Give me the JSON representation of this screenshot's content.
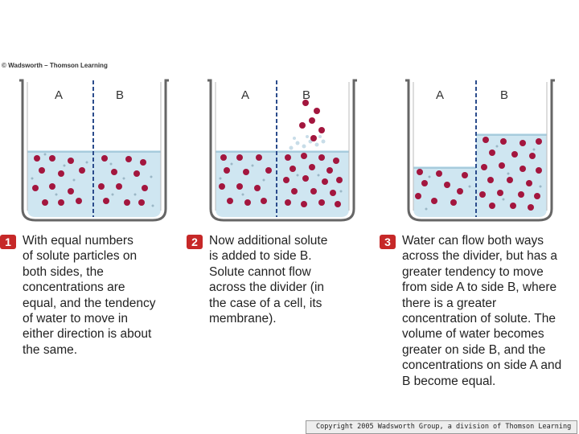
{
  "credit": "© Wadsworth – Thomson Learning",
  "beakers": [
    {
      "label_a": "A",
      "label_b": "B"
    },
    {
      "label_a": "A",
      "label_b": "B"
    },
    {
      "label_a": "A",
      "label_b": "B"
    }
  ],
  "steps": [
    {
      "number": "1",
      "text": "With equal numbers\nof solute particles on\nboth sides, the\nconcentrations are\nequal, and the tendency\nof water to move in\neither direction is about\nthe same."
    },
    {
      "number": "2",
      "text": "Now additional solute\nis added to side B.\nSolute cannot flow\nacross the divider (in\nthe case of a cell, its\nmembrane)."
    },
    {
      "number": "3",
      "text": "Water can flow both ways\nacross the divider, but has a\ngreater tendency to move\nfrom side A to side B, where\nthere is a greater\nconcentration of solute. The\nvolume of water becomes\ngreater on side B, and the\nconcentrations on side A and\nB become equal."
    }
  ],
  "footer": "Copyright 2005 Wadsworth Group, a division of Thomson Learning",
  "colors": {
    "water": "#cfe6f1",
    "solute": "#a3163e",
    "divider": "#2b4c8c",
    "badge": "#c62828"
  }
}
